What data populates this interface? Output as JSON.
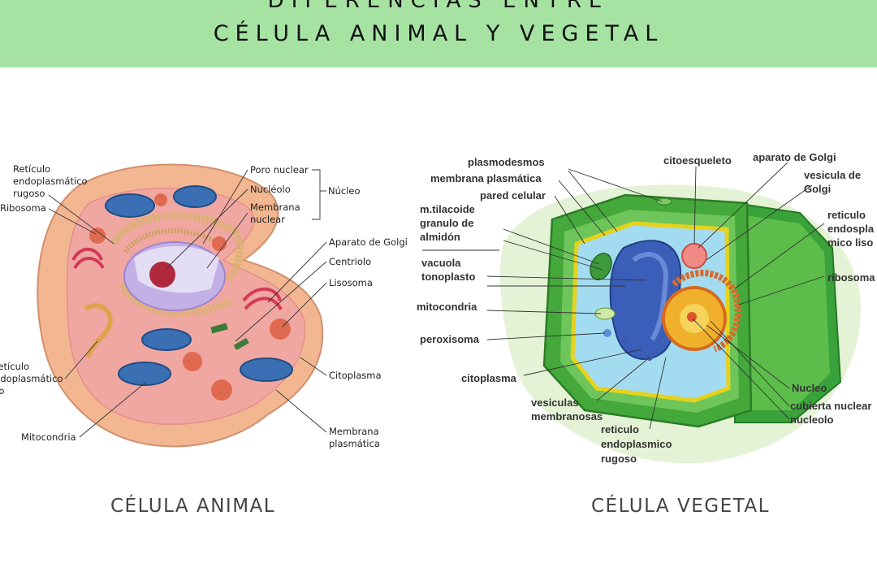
{
  "header": {
    "line1": "DIFERENCIAS ENTRE",
    "line2": "CÉLULA ANIMAL Y VEGETAL",
    "background": "#a6e3a3"
  },
  "animal": {
    "caption": "CÉLULA ANIMAL",
    "labels": {
      "reticulo_rugoso_1": "Retículo",
      "reticulo_rugoso_2": "endoplasmático",
      "reticulo_rugoso_3": "rugoso",
      "ribosoma": "Ribosoma",
      "reticulo_liso_1": "Retículo",
      "reticulo_liso_2": "endoplasmático",
      "reticulo_liso_3": "liso",
      "mitocondria": "Mitocondria",
      "poro_nuclear": "Poro nuclear",
      "nucleolo": "Nucléolo",
      "membrana_nuclear_1": "Membrana",
      "membrana_nuclear_2": "nuclear",
      "nucleo": "Núcleo",
      "aparato_golgi": "Aparato de Golgi",
      "centriolo": "Centriolo",
      "lisosoma": "Lisosoma",
      "citoplasma": "Citoplasma",
      "membrana_plasmatica_1": "Membrana",
      "membrana_plasmatica_2": "plasmática"
    }
  },
  "plant": {
    "caption": "CÉLULA VEGETAL",
    "labels": {
      "plasmodesmos": "plasmodesmos",
      "membrana_plasmatica": "membrana plasmática",
      "pared_celular": "pared celular",
      "tilacoide_1": "m.tilacoide",
      "tilacoide_2": "granulo de",
      "tilacoide_3": "almidón",
      "vacuola_1": "vacuola",
      "vacuola_2": "tonoplasto",
      "mitocondria": "mitocondria",
      "peroxisoma": "peroxisoma",
      "citoplasma": "citoplasma",
      "vesiculas_1": "vesiculas",
      "vesiculas_2": "membranosas",
      "reticulo_rugoso_1": "reticulo",
      "reticulo_rugoso_2": "endoplasmico",
      "reticulo_rugoso_3": "rugoso",
      "citoesqueleto": "citoesqueleto",
      "aparato_golgi": "aparato de Golgi",
      "vesicula_golgi_1": "vesicula de",
      "vesicula_golgi_2": "Golgi",
      "reticulo_liso_1": "reticulo",
      "reticulo_liso_2": "endospla",
      "reticulo_liso_3": "mico liso",
      "ribosoma": "ribosoma",
      "nucleo": "Nucleo",
      "cubierta_nuclear": "cubierta nuclear",
      "nucleolo": "nucleolo"
    }
  }
}
